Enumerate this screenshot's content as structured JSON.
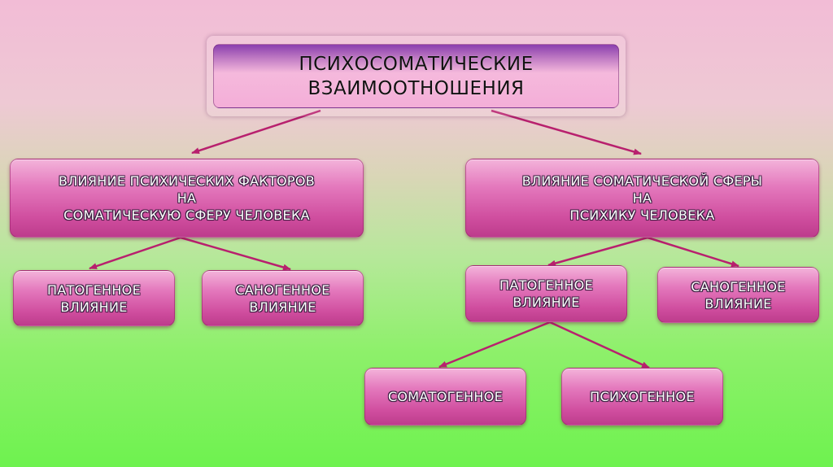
{
  "title": "ПСИХОСОМАТИЧЕСКИЕ\nВЗАИМООТНОШЕНИЯ",
  "left_branch": {
    "label": "ВЛИЯНИЕ ПСИХИЧЕСКИХ ФАКТОРОВ\nНА\nСОМАТИЧЕСКУЮ СФЕРУ ЧЕЛОВЕКА",
    "children": [
      "ПАТОГЕННОЕ\nВЛИЯНИЕ",
      "САНОГЕННОЕ\nВЛИЯНИЕ"
    ]
  },
  "right_branch": {
    "label": "ВЛИЯНИЕ СОМАТИЧЕСКОЙ СФЕРЫ\nНА\nПСИХИКУ ЧЕЛОВЕКА",
    "children": [
      "ПАТОГЕННОЕ\nВЛИЯНИЕ",
      "САНОГЕННОЕ\nВЛИЯНИЕ"
    ],
    "pathogenic_children": [
      "СОМАТОГЕННОЕ",
      "ПСИХОГЕННОЕ"
    ]
  },
  "colors": {
    "arrow": "#b8206e",
    "box_fill": "#d04e9f",
    "title_fill": "#f4aed8"
  }
}
